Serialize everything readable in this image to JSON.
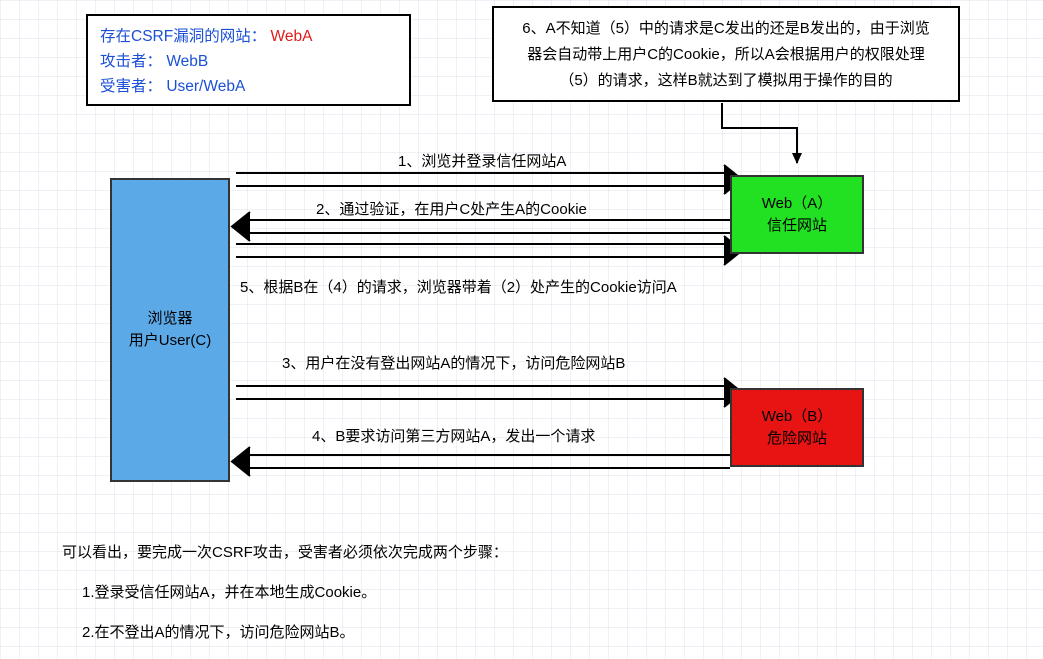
{
  "legend": {
    "lines": [
      {
        "prefix": "存在CSRF漏洞的网站：",
        "value": "WebA"
      },
      {
        "prefix": "攻击者：",
        "value": "WebB"
      },
      {
        "prefix": "受害者：",
        "value": "User/WebA"
      }
    ]
  },
  "note": {
    "lines": [
      "6、A不知道（5）中的请求是C发出的还是B发出的，由于浏览",
      "器会自动带上用户C的Cookie，所以A会根据用户的权限处理",
      "（5）的请求，这样B就达到了模拟用于操作的目的"
    ]
  },
  "nodes": {
    "browser": {
      "lines": [
        "浏览器",
        "用户User(C)"
      ],
      "color": "#5ca9e8"
    },
    "web_a": {
      "lines": [
        "Web（A）",
        "信任网站"
      ],
      "color": "#22e022"
    },
    "web_b": {
      "lines": [
        "Web（B）",
        "危险网站"
      ],
      "color": "#e81414"
    }
  },
  "flows": [
    {
      "id": 1,
      "label": "1、浏览并登录信任网站A",
      "direction": "right"
    },
    {
      "id": 2,
      "label": "2、通过验证，在用户C处产生A的Cookie",
      "direction": "left"
    },
    {
      "id": 5,
      "label": "5、根据B在（4）的请求，浏览器带着（2）处产生的Cookie访问A",
      "direction": "right"
    },
    {
      "id": 3,
      "label": "3、用户在没有登出网站A的情况下，访问危险网站B",
      "direction": "right"
    },
    {
      "id": 4,
      "label": "4、B要求访问第三方网站A，发出一个请求",
      "direction": "left"
    }
  ],
  "conclusion": {
    "intro": "可以看出，要完成一次CSRF攻击，受害者必须依次完成两个步骤：",
    "steps": [
      "1.登录受信任网站A，并在本地生成Cookie。",
      "2.在不登出A的情况下，访问危险网站B。"
    ]
  }
}
